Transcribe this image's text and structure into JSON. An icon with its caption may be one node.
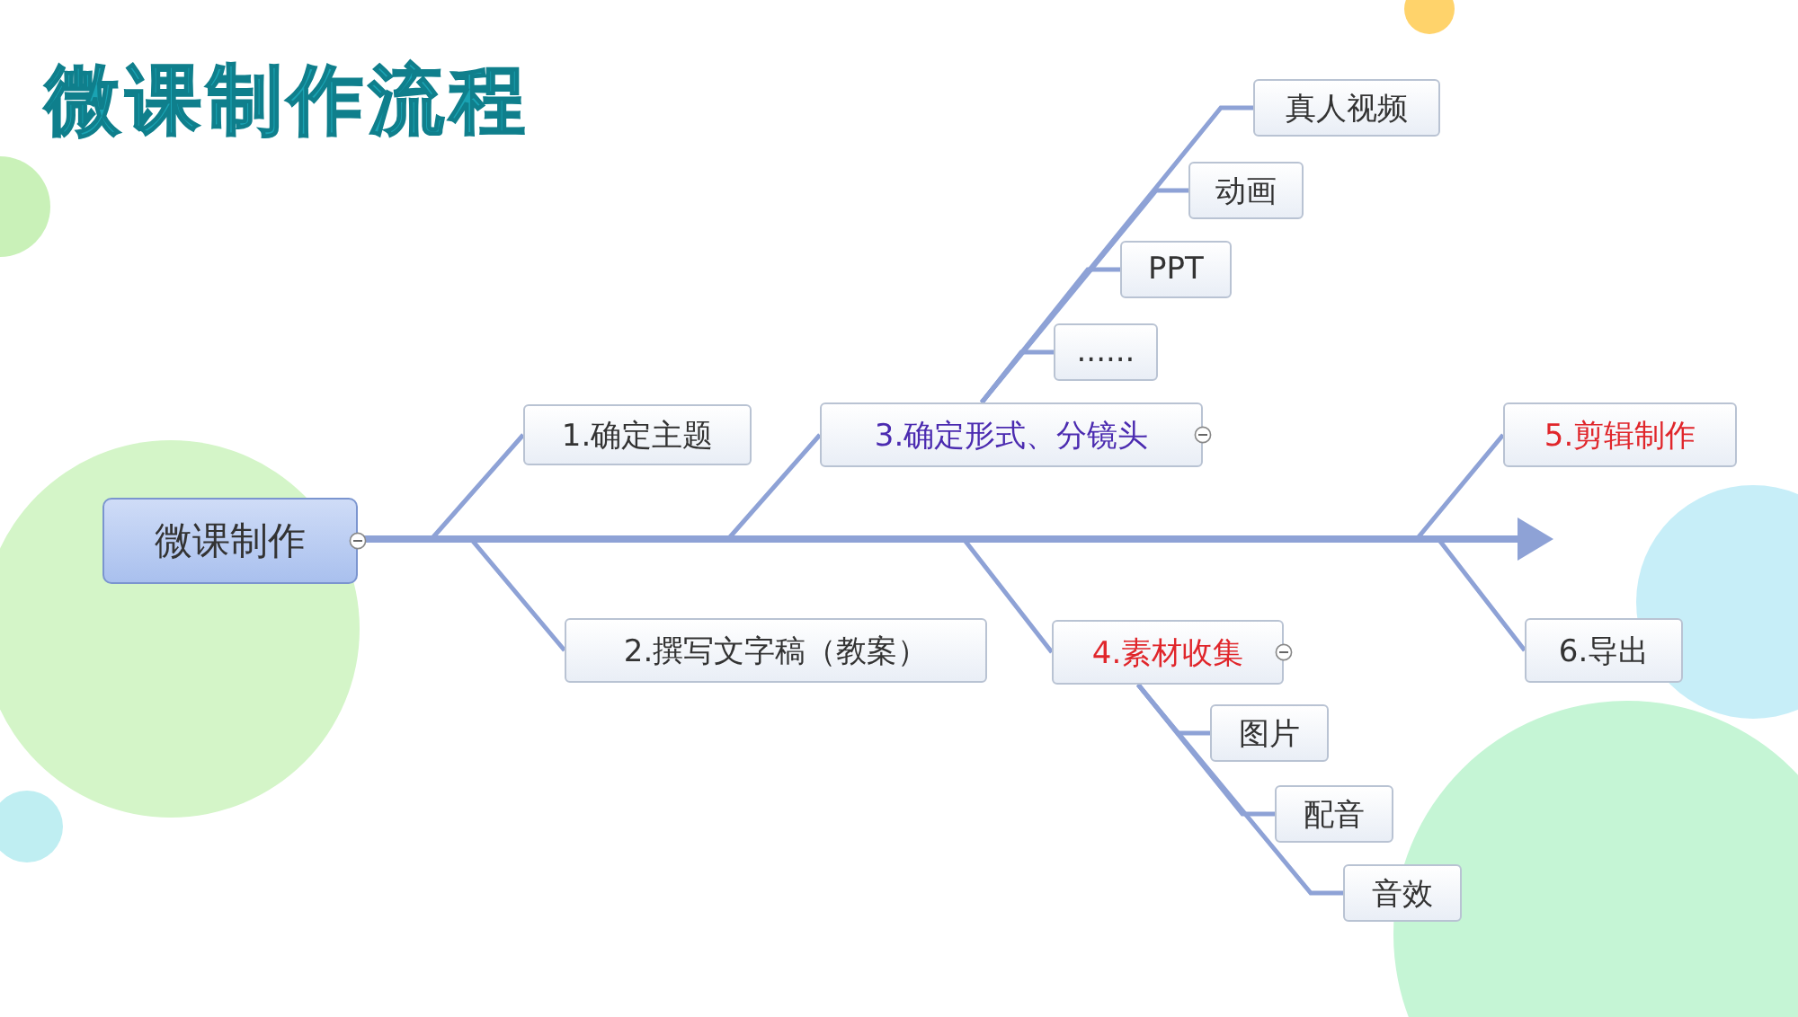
{
  "diagram": {
    "title": "微课制作流程",
    "nodes": [
      {
        "text": [
          "微课制作"
        ]
      },
      {
        "text": [
          "1.确定主题"
        ]
      },
      {
        "text": [
          "2.撰写文字稿（教案）"
        ]
      },
      {
        "text": [
          "3.确定形式、分镜头"
        ]
      },
      {
        "text": [
          "真人视频"
        ]
      },
      {
        "text": [
          "动画"
        ]
      },
      {
        "text": [
          "PPT"
        ]
      },
      {
        "text": [
          "......"
        ]
      },
      {
        "text": [
          "4.素材收集"
        ]
      },
      {
        "text": [
          "图片"
        ]
      },
      {
        "text": [
          "配音"
        ]
      },
      {
        "text": [
          "音效"
        ]
      },
      {
        "text": [
          "5.剪辑制作"
        ]
      },
      {
        "text": [
          "6.导出"
        ]
      }
    ],
    "edges": [
      {
        "from": 0,
        "to": null,
        "arrow": "to"
      },
      {
        "from": 0,
        "to": 1,
        "arrow": "none"
      },
      {
        "from": 0,
        "to": 2,
        "arrow": "none"
      },
      {
        "from": 0,
        "to": 3,
        "arrow": "none"
      },
      {
        "from": 0,
        "to": 8,
        "arrow": "none"
      },
      {
        "from": 0,
        "to": 12,
        "arrow": "none"
      },
      {
        "from": 0,
        "to": 13,
        "arrow": "none"
      },
      {
        "from": 3,
        "to": 7,
        "arrow": "none"
      },
      {
        "from": 3,
        "to": 6,
        "arrow": "none"
      },
      {
        "from": 3,
        "to": 5,
        "arrow": "none"
      },
      {
        "from": 3,
        "to": 4,
        "arrow": "none"
      },
      {
        "from": 8,
        "to": 9,
        "arrow": "none"
      },
      {
        "from": 8,
        "to": 10,
        "arrow": "none"
      },
      {
        "from": 8,
        "to": 11,
        "arrow": "none"
      }
    ]
  }
}
